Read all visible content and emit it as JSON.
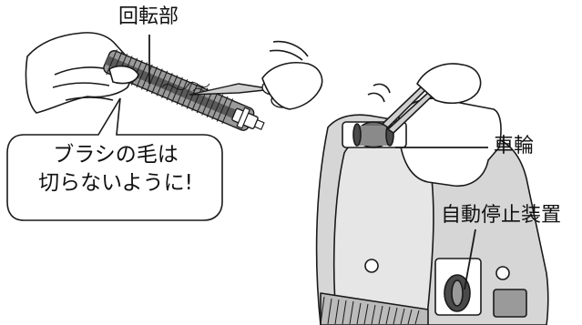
{
  "labels": {
    "rotor": "回転部",
    "wheel": "車輪",
    "auto_stop": "自動停止装置"
  },
  "callout": {
    "line1": "ブラシの毛は",
    "line2": "切らないように!"
  },
  "colors": {
    "line": "#1a1a1a",
    "body_gray": "#d6d6d6",
    "dark_gray": "#8a8a8a",
    "bubble_fill": "#ffffff"
  }
}
